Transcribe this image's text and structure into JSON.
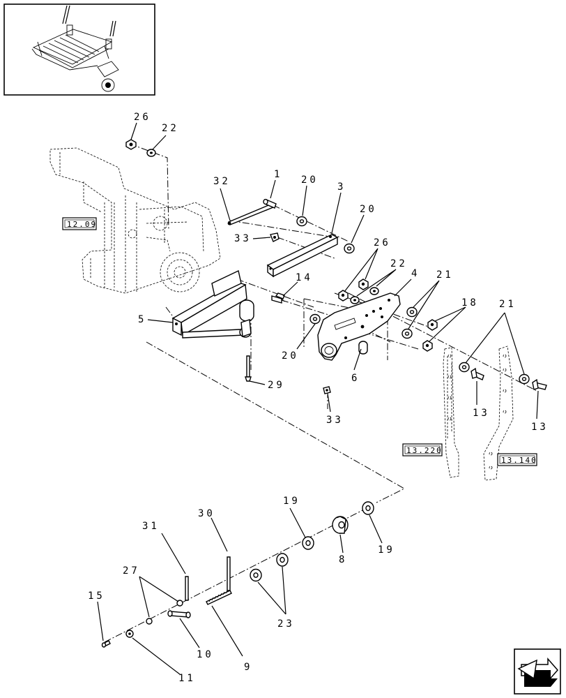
{
  "callouts": [
    {
      "id": "c-26a",
      "text": "26"
    },
    {
      "id": "c-22a",
      "text": "22"
    },
    {
      "id": "c-32",
      "text": "32"
    },
    {
      "id": "c-1",
      "text": "1"
    },
    {
      "id": "c-20a",
      "text": "20"
    },
    {
      "id": "c-3",
      "text": "3"
    },
    {
      "id": "c-20b",
      "text": "20"
    },
    {
      "id": "c-33a",
      "text": "33"
    },
    {
      "id": "c-26b",
      "text": "26"
    },
    {
      "id": "c-22b",
      "text": "22"
    },
    {
      "id": "c-4",
      "text": "4"
    },
    {
      "id": "c-14",
      "text": "14"
    },
    {
      "id": "c-21a",
      "text": "21"
    },
    {
      "id": "c-18",
      "text": "18"
    },
    {
      "id": "c-21b",
      "text": "21"
    },
    {
      "id": "c-5",
      "text": "5"
    },
    {
      "id": "c-20c",
      "text": "20"
    },
    {
      "id": "c-6",
      "text": "6"
    },
    {
      "id": "c-29",
      "text": "29"
    },
    {
      "id": "c-33b",
      "text": "33"
    },
    {
      "id": "c-13a",
      "text": "13"
    },
    {
      "id": "c-13b",
      "text": "13"
    },
    {
      "id": "c-19a",
      "text": "19"
    },
    {
      "id": "c-30",
      "text": "30"
    },
    {
      "id": "c-31",
      "text": "31"
    },
    {
      "id": "c-19b",
      "text": "19"
    },
    {
      "id": "c-8",
      "text": "8"
    },
    {
      "id": "c-27",
      "text": "27"
    },
    {
      "id": "c-23",
      "text": "23"
    },
    {
      "id": "c-15",
      "text": "15"
    },
    {
      "id": "c-10",
      "text": "10"
    },
    {
      "id": "c-9",
      "text": "9"
    },
    {
      "id": "c-11",
      "text": "11"
    }
  ],
  "refs": {
    "r1209": "12.09",
    "r13220": "13.220",
    "r13140": "13.140"
  },
  "icons": {
    "overview": "machine-overview-thumbnail",
    "next": "next-page-arrow-icon"
  }
}
